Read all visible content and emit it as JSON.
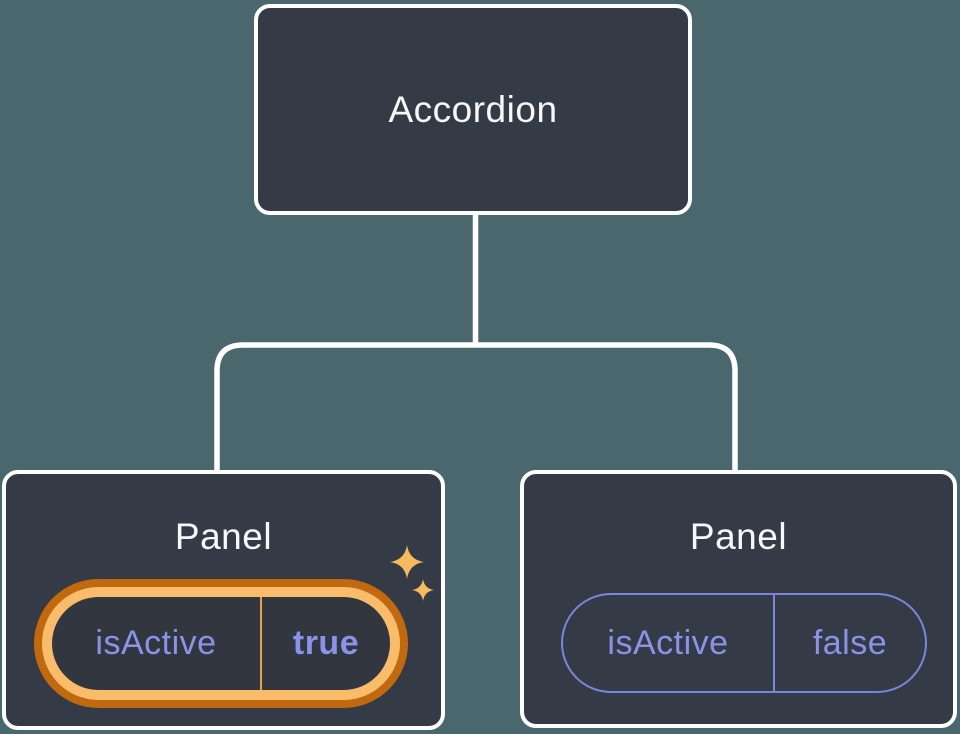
{
  "diagram": {
    "title_root": "Accordion",
    "root": {
      "label": "Accordion"
    },
    "children": [
      {
        "label": "Panel",
        "prop_name": "isActive",
        "prop_value": "true",
        "highlighted": true
      },
      {
        "label": "Panel",
        "prop_name": "isActive",
        "prop_value": "false",
        "highlighted": false
      }
    ]
  },
  "icons": {
    "sparkles": "sparkles-icon"
  },
  "colors": {
    "background": "#4B676E",
    "node_fill": "#343A46",
    "node_border": "#FFFFFF",
    "connector_line": "#FFFFFF",
    "prop_text": "#8A93E8",
    "prop_border_inactive": "#7B85DC",
    "highlight_ring_outer": "#C1690F",
    "highlight_ring_inner": "#F9BC6A",
    "highlight_divider": "#E8A24B",
    "sparkle": "#F8BA5E"
  }
}
